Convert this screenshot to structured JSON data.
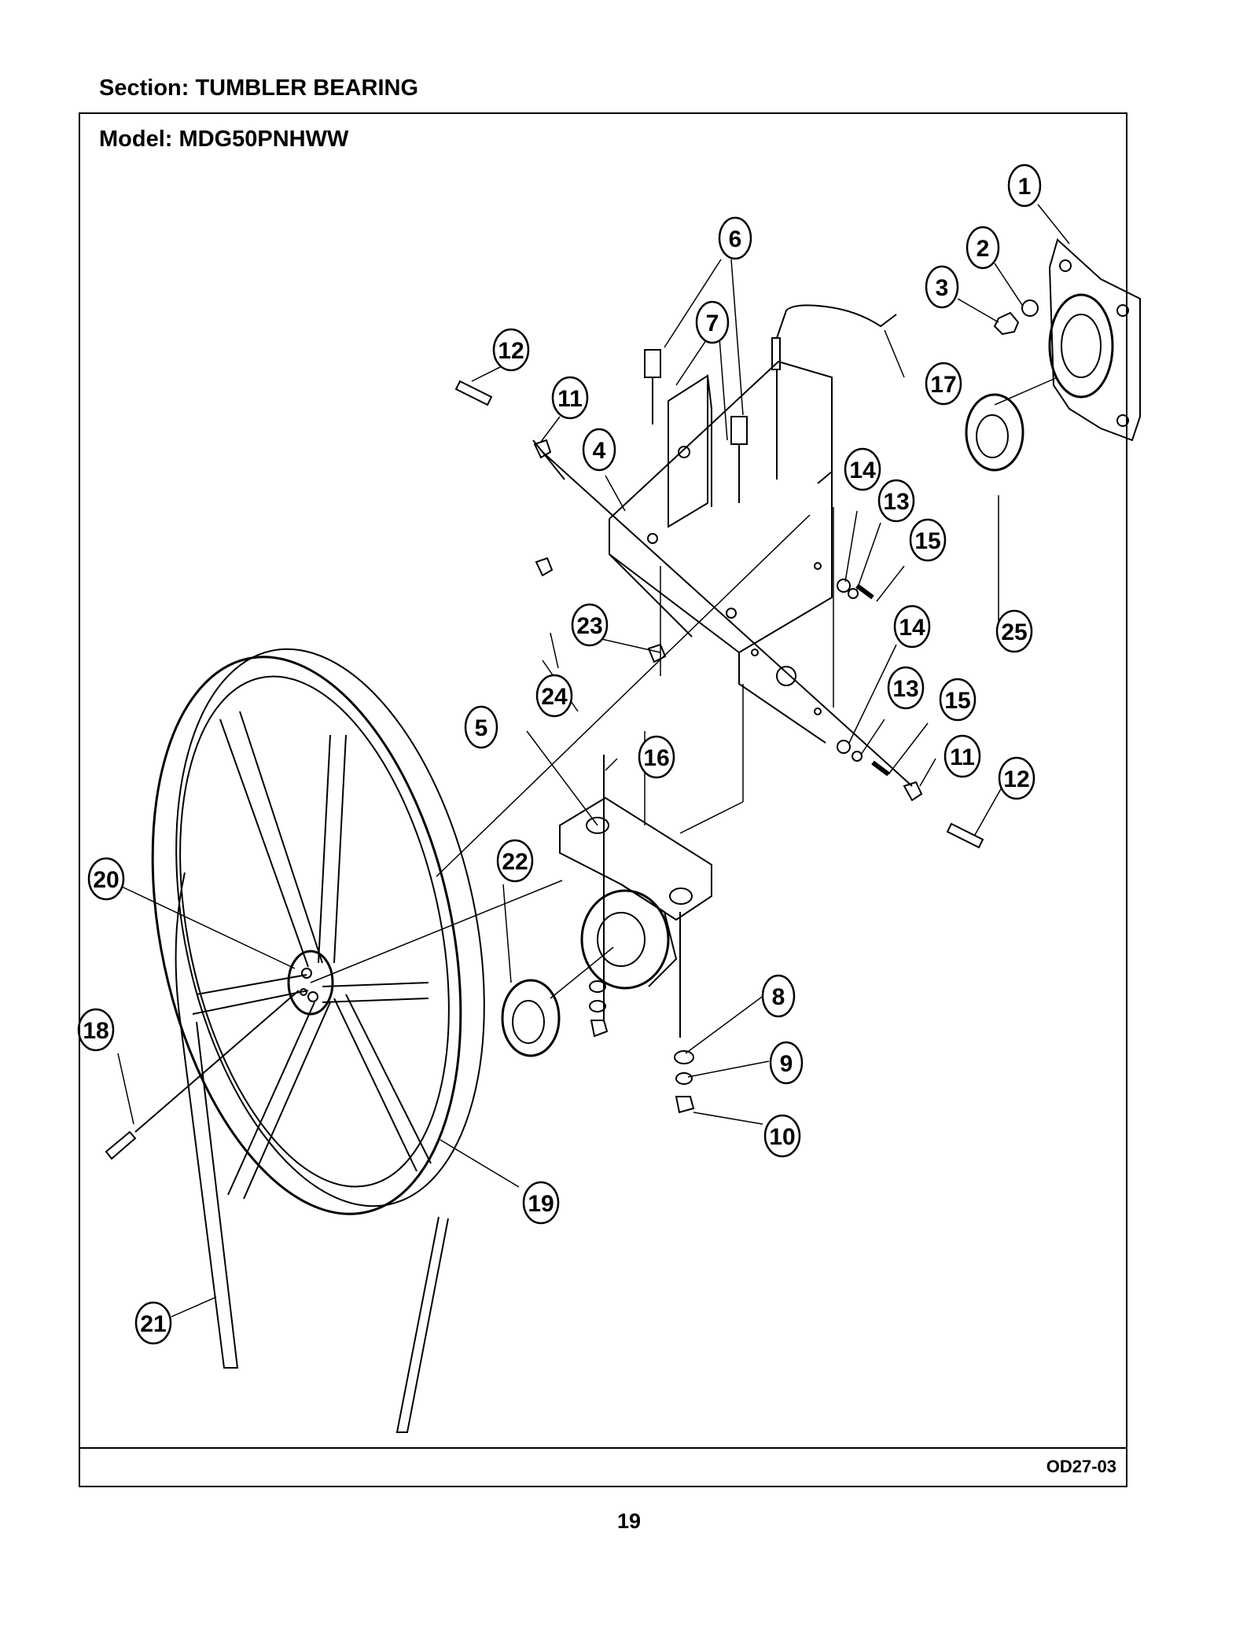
{
  "header": {
    "section": "Section:  TUMBLER BEARING",
    "model": "Model:  MDG50PNHWW"
  },
  "footer": {
    "drawing_code": "OD27-03",
    "page_number": "19"
  },
  "callouts": [
    {
      "id": "c1",
      "label": "1"
    },
    {
      "id": "c2",
      "label": "2"
    },
    {
      "id": "c3",
      "label": "3"
    },
    {
      "id": "c4",
      "label": "4"
    },
    {
      "id": "c5",
      "label": "5"
    },
    {
      "id": "c6",
      "label": "6"
    },
    {
      "id": "c7",
      "label": "7"
    },
    {
      "id": "c8",
      "label": "8"
    },
    {
      "id": "c9",
      "label": "9"
    },
    {
      "id": "c10",
      "label": "10"
    },
    {
      "id": "c11a",
      "label": "11"
    },
    {
      "id": "c11b",
      "label": "11"
    },
    {
      "id": "c12a",
      "label": "12"
    },
    {
      "id": "c12b",
      "label": "12"
    },
    {
      "id": "c13a",
      "label": "13"
    },
    {
      "id": "c13b",
      "label": "13"
    },
    {
      "id": "c14a",
      "label": "14"
    },
    {
      "id": "c14b",
      "label": "14"
    },
    {
      "id": "c15a",
      "label": "15"
    },
    {
      "id": "c15b",
      "label": "15"
    },
    {
      "id": "c16",
      "label": "16"
    },
    {
      "id": "c17",
      "label": "17"
    },
    {
      "id": "c18",
      "label": "18"
    },
    {
      "id": "c19",
      "label": "19"
    },
    {
      "id": "c20",
      "label": "20"
    },
    {
      "id": "c21",
      "label": "21"
    },
    {
      "id": "c22",
      "label": "22"
    },
    {
      "id": "c23",
      "label": "23"
    },
    {
      "id": "c24",
      "label": "24"
    },
    {
      "id": "c25",
      "label": "25"
    }
  ]
}
